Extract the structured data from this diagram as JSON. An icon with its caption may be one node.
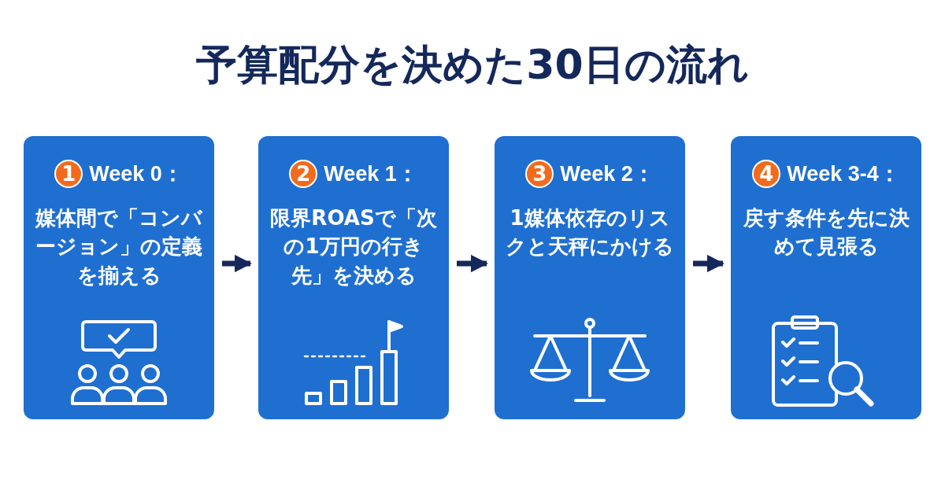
{
  "diagram": {
    "title": "予算配分を決めた30日の流れ",
    "nodes": [
      {
        "text": [
          "1",
          "Week 0：",
          "媒体間で「コンバージョン」の定義を揃える"
        ]
      },
      {
        "text": [
          "2",
          "Week 1：",
          "限界ROASで「次の1万円の行き先」を決める"
        ]
      },
      {
        "text": [
          "3",
          "Week 2：",
          "1媒体依存のリスクと天秤にかける"
        ]
      },
      {
        "text": [
          "4",
          "Week 3-4：",
          "戻す条件を先に決めて見張る"
        ]
      }
    ],
    "edges": [
      {
        "from": 0,
        "to": 1,
        "arrow": "to"
      },
      {
        "from": 1,
        "to": 2,
        "arrow": "to"
      },
      {
        "from": 2,
        "to": 3,
        "arrow": "to"
      }
    ]
  }
}
